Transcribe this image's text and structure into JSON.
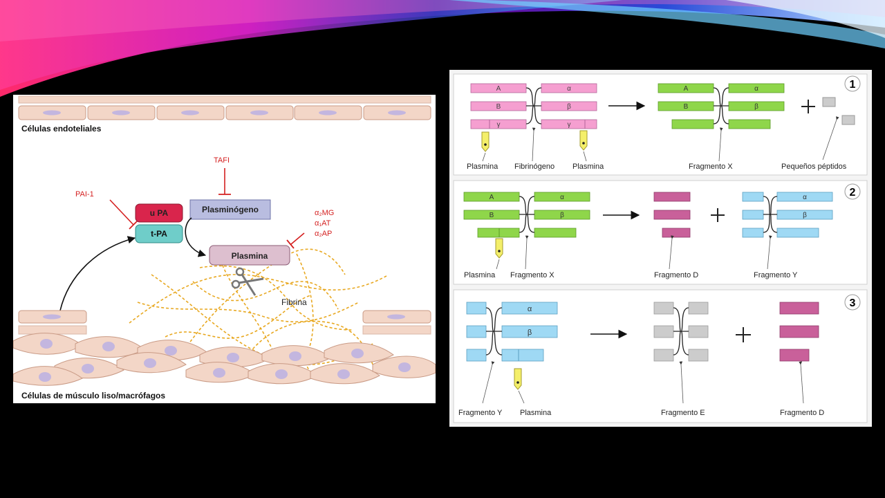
{
  "slide": {
    "accent_colors": [
      "#c81cc8",
      "#ff2a8a",
      "#4fb6ff",
      "#b0d8ff"
    ]
  },
  "left_diagram": {
    "top_label": "Células endoteliales",
    "bottom_label": "Células de músculo liso/macrófagos",
    "inhibitors": {
      "tafi": "TAFI",
      "pai1": "PAI-1",
      "antiplasmins": [
        "α₂MG",
        "α₁AT",
        "α₂AP"
      ]
    },
    "nodes": {
      "upa": "u PA",
      "tpa": "t-PA",
      "plasminogen": "Plasminógeno",
      "plasmin": "Plasmina"
    },
    "fibrin_label": "Fibrina",
    "colors": {
      "inhibitor": "#d41f1f",
      "upa": "#d9254c",
      "tpa": "#6fcdc9",
      "plasminogen": "#b9bde0",
      "plasmin": "#ddbfcf",
      "fibrin": "#e8a820",
      "cells": "#f3d6c7"
    }
  },
  "right_diagram": {
    "steps": [
      {
        "number": "1",
        "chain_labels_left": [
          "A",
          "B",
          "γ"
        ],
        "chain_labels_right": [
          "α",
          "β",
          "γ"
        ],
        "product_labels_left": [
          "A",
          "B"
        ],
        "product_labels_right": [
          "α",
          "β"
        ],
        "captions": [
          "Plasmina",
          "Fibrinógeno",
          "Plasmina",
          "Fragmento X",
          "Pequeños péptidos"
        ]
      },
      {
        "number": "2",
        "chain_labels_left": [
          "A",
          "B"
        ],
        "chain_labels_right": [
          "α",
          "β"
        ],
        "product_labels_right": [
          "α",
          "β"
        ],
        "captions": [
          "Plasmina",
          "Fragmento X",
          "Fragmento D",
          "Fragmento Y"
        ]
      },
      {
        "number": "3",
        "chain_labels_right": [
          "α",
          "β"
        ],
        "captions": [
          "Fragmento Y",
          "Plasmina",
          "Fragmento E",
          "Fragmento D"
        ]
      }
    ],
    "colors": {
      "fibrinogen": "#f59fd0",
      "fragment_x": "#8fd64a",
      "fragment_d": "#c9609a",
      "fragment_y": "#9fd9f4",
      "fragment_e": "#cccccc",
      "peptides": "#cccccc",
      "plasmin": "#f4ef6a"
    }
  }
}
